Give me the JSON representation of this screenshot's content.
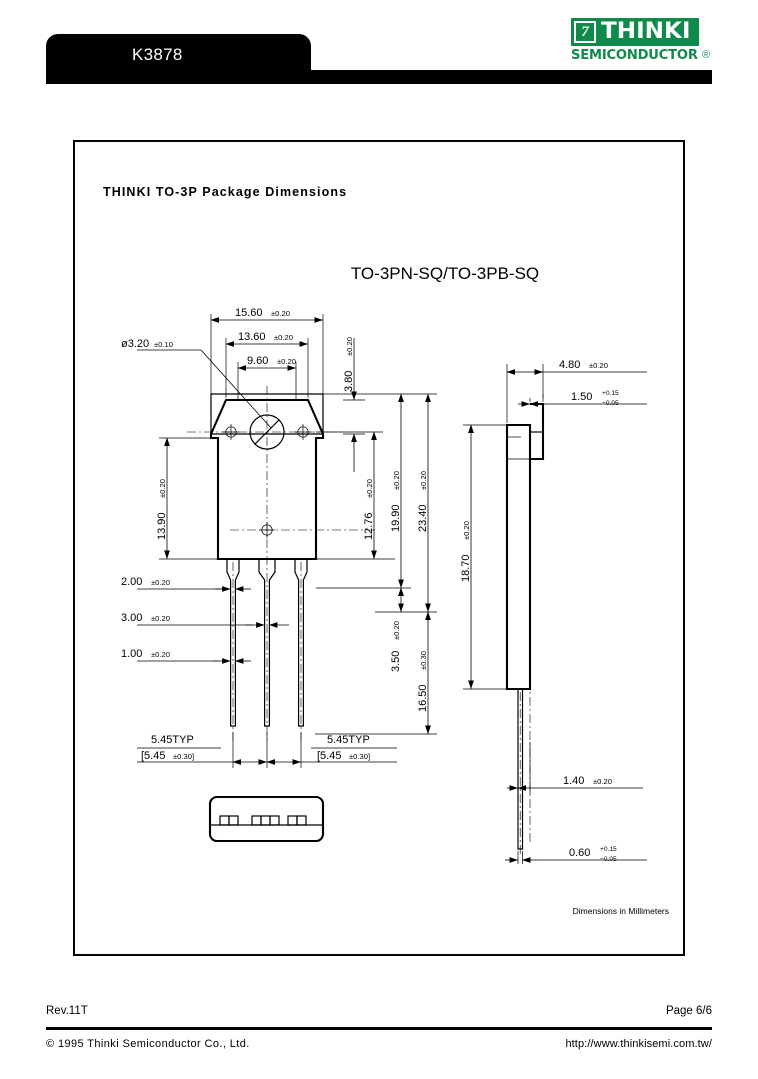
{
  "header": {
    "part_number": "K3878",
    "logo": {
      "mark": "7",
      "wordmark": "THINKI",
      "subtitle": "SEMICONDUCTOR",
      "registered": "®",
      "green": "#0f8a4a"
    }
  },
  "drawing": {
    "title": "THINKI TO-3P Package Dimensions",
    "package_name": "TO-3PN-SQ/TO-3PB-SQ",
    "units_note": "Dimensions in Millimeters",
    "front_view": {
      "width_outer": {
        "value": "15.60",
        "tol": "±0.20"
      },
      "width_mid": {
        "value": "13.60",
        "tol": "±0.20"
      },
      "width_inner": {
        "value": "9.60",
        "tol": "±0.20"
      },
      "hole_dia": {
        "value": "ø3.20",
        "tol": "±0.10"
      },
      "chamfer_h": {
        "value": "3.80",
        "tol": "±0.20"
      },
      "body_h": {
        "value": "13.90",
        "tol": "±0.20"
      },
      "hole_center_h": {
        "value": "12.76",
        "tol": "±0.20"
      },
      "height_19": {
        "value": "19.90",
        "tol": "±0.20"
      },
      "height_23": {
        "value": "23.40",
        "tol": "±0.20"
      },
      "lead_w_2": {
        "value": "2.00",
        "tol": "±0.20"
      },
      "lead_w_3": {
        "value": "3.00",
        "tol": "±0.20"
      },
      "lead_w_1": {
        "value": "1.00",
        "tol": "±0.20"
      },
      "gap_3_50": {
        "value": "3.50",
        "tol": "±0.20"
      },
      "lead_len": {
        "value": "16.50",
        "tol": "±0.30"
      },
      "pitch_left": {
        "value": "5.45TYP",
        "bracket": "[5.45 ±0.30]"
      },
      "pitch_right": {
        "value": "5.45TYP",
        "bracket": "[5.45 ±0.30]"
      }
    },
    "side_view": {
      "thickness_total": {
        "value": "4.80",
        "tol": "±0.20"
      },
      "thickness_body": {
        "value": "1.50",
        "tol_plus": "+0.15",
        "tol_minus": "−0.05"
      },
      "body_height": {
        "value": "18.70",
        "tol": "±0.20"
      },
      "lead_offset": {
        "value": "1.40",
        "tol": "±0.20"
      },
      "lead_thickness": {
        "value": "0.60",
        "tol_plus": "+0.15",
        "tol_minus": "−0.05"
      }
    }
  },
  "footer": {
    "revision": "Rev.11T",
    "page": "Page 6/6",
    "copyright": "© 1995 Thinki Semiconductor Co., Ltd.",
    "url": "http://www.thinkisemi.com.tw/"
  }
}
